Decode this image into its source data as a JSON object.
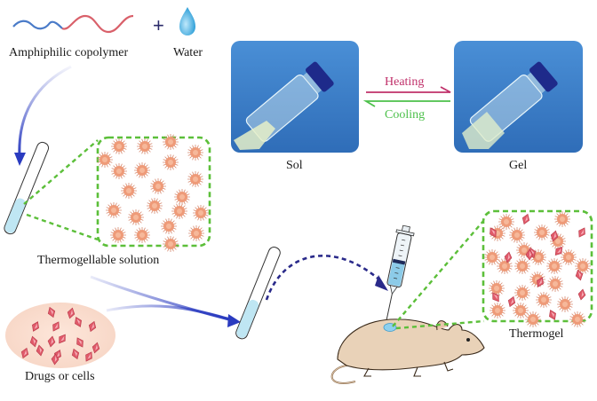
{
  "diagram": {
    "labels": {
      "copolymer": "Amphiphilic copolymer",
      "plus": "+",
      "water": "Water",
      "sol": "Sol",
      "gel": "Gel",
      "heating": "Heating",
      "cooling": "Cooling",
      "solution": "Thermogellable solution",
      "drugs": "Drugs or cells",
      "thermogel": "Thermogel"
    },
    "colors": {
      "hydrophobic_block": "#4a7bc8",
      "hydrophilic_block": "#d9606a",
      "heating": "#c0306a",
      "cooling": "#4cc04a",
      "arrow_blue": "#2a3bc0",
      "zoom_frame_green": "#5cbf3a",
      "micelle": "#e8876a",
      "drug": "#e05a6a",
      "mouse": "#e9d2b8",
      "photo_blue": "#3f7fc8"
    }
  }
}
